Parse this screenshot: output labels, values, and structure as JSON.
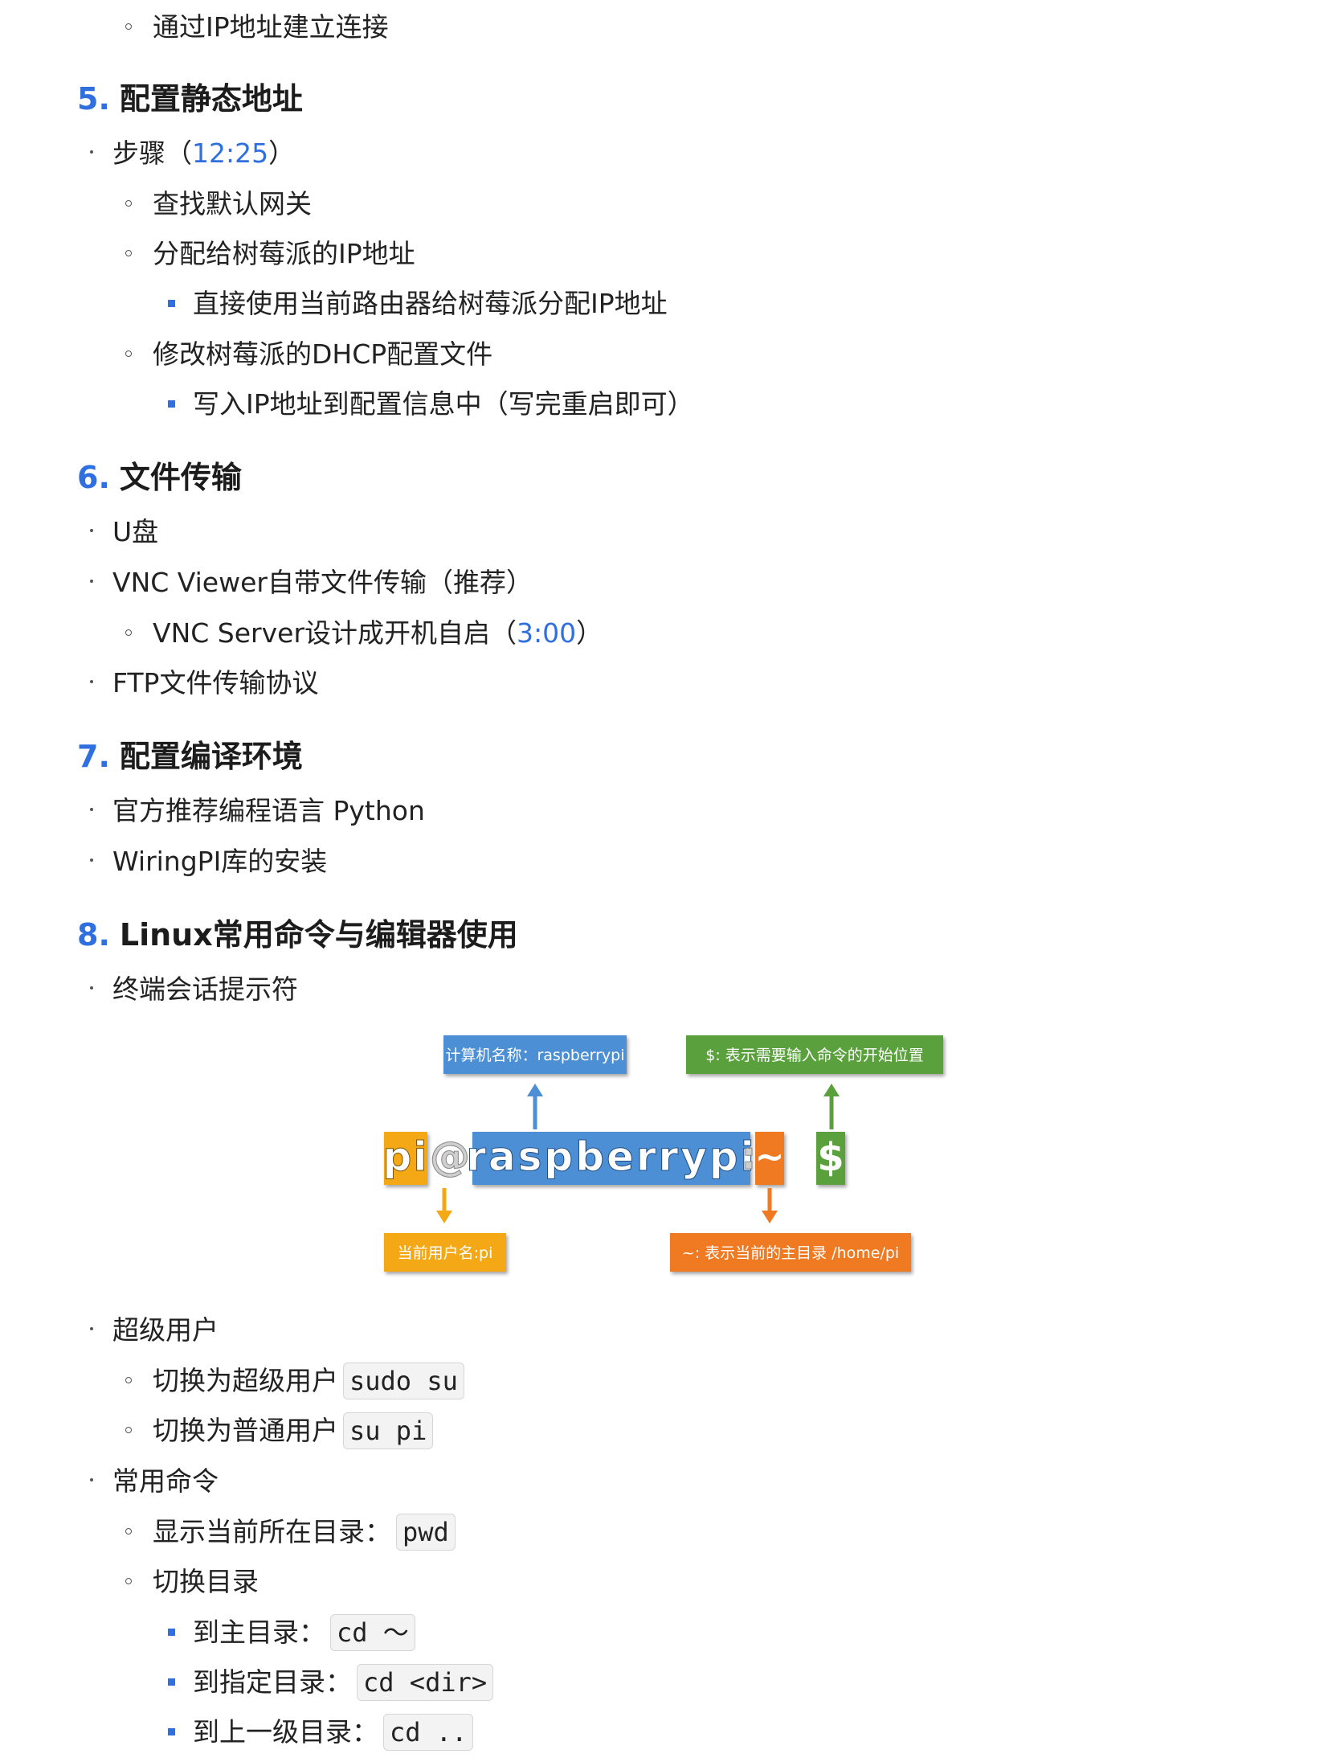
{
  "items": {
    "connect_ip": "通过IP地址建立连接"
  },
  "sec5": {
    "num": "5.",
    "title": "配置静态地址",
    "steps_label": "步骤（",
    "steps_time": "12:25",
    "steps_close": "）",
    "find_gateway": "查找默认网关",
    "assign_ip": "分配给树莓派的IP地址",
    "assign_ip_sub": "直接使用当前路由器给树莓派分配IP地址",
    "edit_dhcp": "修改树莓派的DHCP配置文件",
    "edit_dhcp_sub": "写入IP地址到配置信息中（写完重启即可）"
  },
  "sec6": {
    "num": "6.",
    "title": "文件传输",
    "usb": "U盘",
    "vnc_transfer": "VNC Viewer自带文件传输（推荐）",
    "vnc_server": "VNC Server设计成开机自启（",
    "vnc_time": "3:00",
    "vnc_close": "）",
    "ftp": "FTP文件传输协议"
  },
  "sec7": {
    "num": "7.",
    "title": "配置编译环境",
    "python": "官方推荐编程语言 Python",
    "wiringpi": "WiringPI库的安装"
  },
  "sec8": {
    "num": "8.",
    "title": "Linux常用命令与编辑器使用",
    "prompt": "终端会话提示符",
    "superuser": "超级用户",
    "switch_super": "切换为超级用户",
    "switch_super_cmd": "sudo su",
    "switch_normal": "切换为普通用户",
    "switch_normal_cmd": "su pi",
    "common": "常用命令",
    "pwd_label": "显示当前所在目录：",
    "pwd_cmd": "pwd",
    "cd_label": "切换目录",
    "cd_home": "到主目录：",
    "cd_home_cmd": "cd ～",
    "cd_dir": "到指定目录：",
    "cd_dir_cmd": "cd <dir>",
    "cd_up": "到上一级目录：",
    "cd_up_cmd": "cd .."
  },
  "diagram": {
    "part_user": "pi",
    "part_at": "@",
    "part_host": "raspberrypi",
    "part_colon": ":",
    "part_tilde": "~",
    "part_dollar": "$",
    "label_host": "计算机名称：raspberrypi",
    "label_dollar": "$: 表示需要输入命令的开始位置",
    "label_user": "当前用户名:pi",
    "label_tilde": "~: 表示当前的主目录 /home/pi",
    "colors": {
      "user": "#f5a816",
      "host": "#4d8fd5",
      "tilde": "#f07a22",
      "dollar": "#5aa03c"
    }
  }
}
